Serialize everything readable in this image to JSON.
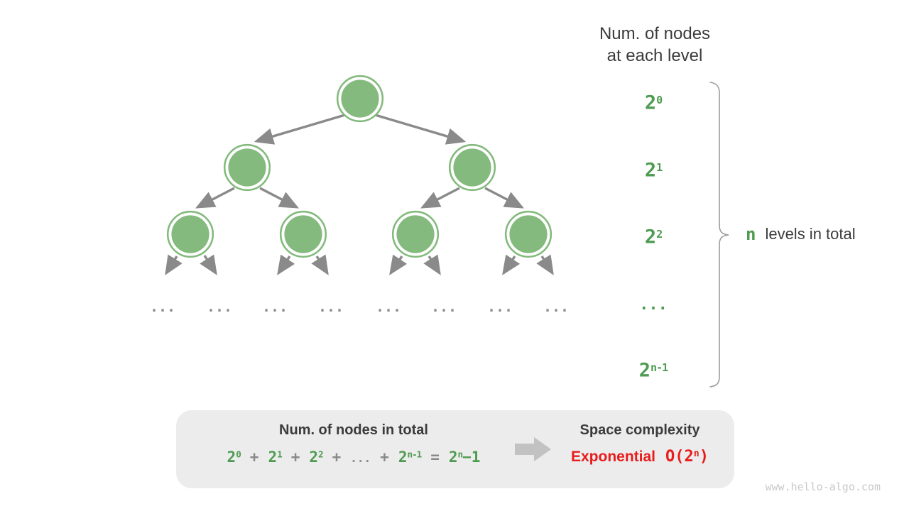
{
  "page": {
    "watermark": "www.hello-algo.com"
  },
  "colors": {
    "node_green": "#84BA7D",
    "text_green": "#4E9B51",
    "edge_gray": "#8A8A8A",
    "text_dark": "#3B3B3B",
    "red": "#E81C1C",
    "box_background": "#ECECEC",
    "big_arrow_gray": "#C2C2C2",
    "brace_gray": "#9C9C9C",
    "watermark_gray": "#C9C9C9"
  },
  "right_panel": {
    "title_line1": "Num. of nodes",
    "title_line2": "at each level",
    "levels": [
      {
        "base": "2",
        "sup": "0"
      },
      {
        "base": "2",
        "sup": "1"
      },
      {
        "base": "2",
        "sup": "2"
      },
      {
        "base": "...",
        "sup": ""
      },
      {
        "base": "2",
        "sup": "n-1"
      }
    ],
    "brace_label_n": "n",
    "brace_label_text": "levels in total"
  },
  "tree": {
    "ellipsis": "...",
    "nodes_per_level": [
      1,
      2,
      4
    ],
    "ellipsis_groups": 8
  },
  "summary_box": {
    "left_title": "Num. of nodes in total",
    "formula": {
      "t1_base": "2",
      "t1_sup": "0",
      "plus": "+",
      "t2_base": "2",
      "t2_sup": "1",
      "t3_base": "2",
      "t3_sup": "2",
      "dots": "...",
      "t4_base": "2",
      "t4_sup": "n-1",
      "equals": "=",
      "r_base": "2",
      "r_sup": "n",
      "r_tail": "−1"
    },
    "right_title": "Space complexity",
    "complexity_word": "Exponential",
    "complexity_big_o": {
      "open": "O(",
      "base": "2",
      "sup": "n",
      "close": ")"
    }
  }
}
